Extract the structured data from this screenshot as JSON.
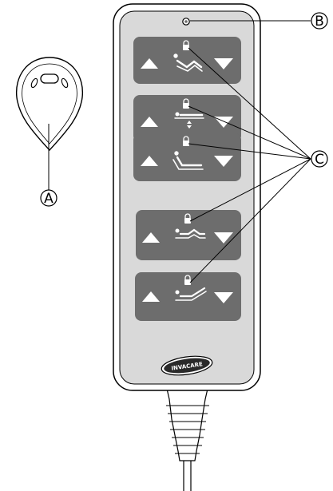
{
  "callouts": {
    "a": "A",
    "b": "B",
    "c": "C"
  },
  "remote": {
    "brand_text": "INVACARE",
    "buttons": [
      {
        "function_icon": "backrest-icon",
        "up_icon": "up-arrow-icon",
        "down_icon": "down-arrow-icon",
        "lock_icon": "padlock-icon"
      },
      {
        "function_icon": "height-adjust-icon",
        "up_icon": "up-arrow-icon",
        "down_icon": "down-arrow-icon",
        "lock_icon": "padlock-icon"
      },
      {
        "function_icon": "backrest-tilt-icon",
        "up_icon": "up-arrow-icon",
        "down_icon": "down-arrow-icon",
        "lock_icon": "padlock-icon"
      },
      {
        "function_icon": "knee-section-icon",
        "up_icon": "up-arrow-icon",
        "down_icon": "down-arrow-icon",
        "lock_icon": "padlock-icon"
      },
      {
        "function_icon": "leg-section-icon",
        "up_icon": "up-arrow-icon",
        "down_icon": "down-arrow-icon",
        "lock_icon": "padlock-icon"
      }
    ]
  },
  "colors": {
    "outline": "#000000",
    "panel_fill": "#d9d9d9",
    "button_fill": "#6d6d6d",
    "symbol_fill": "#ffffff"
  }
}
